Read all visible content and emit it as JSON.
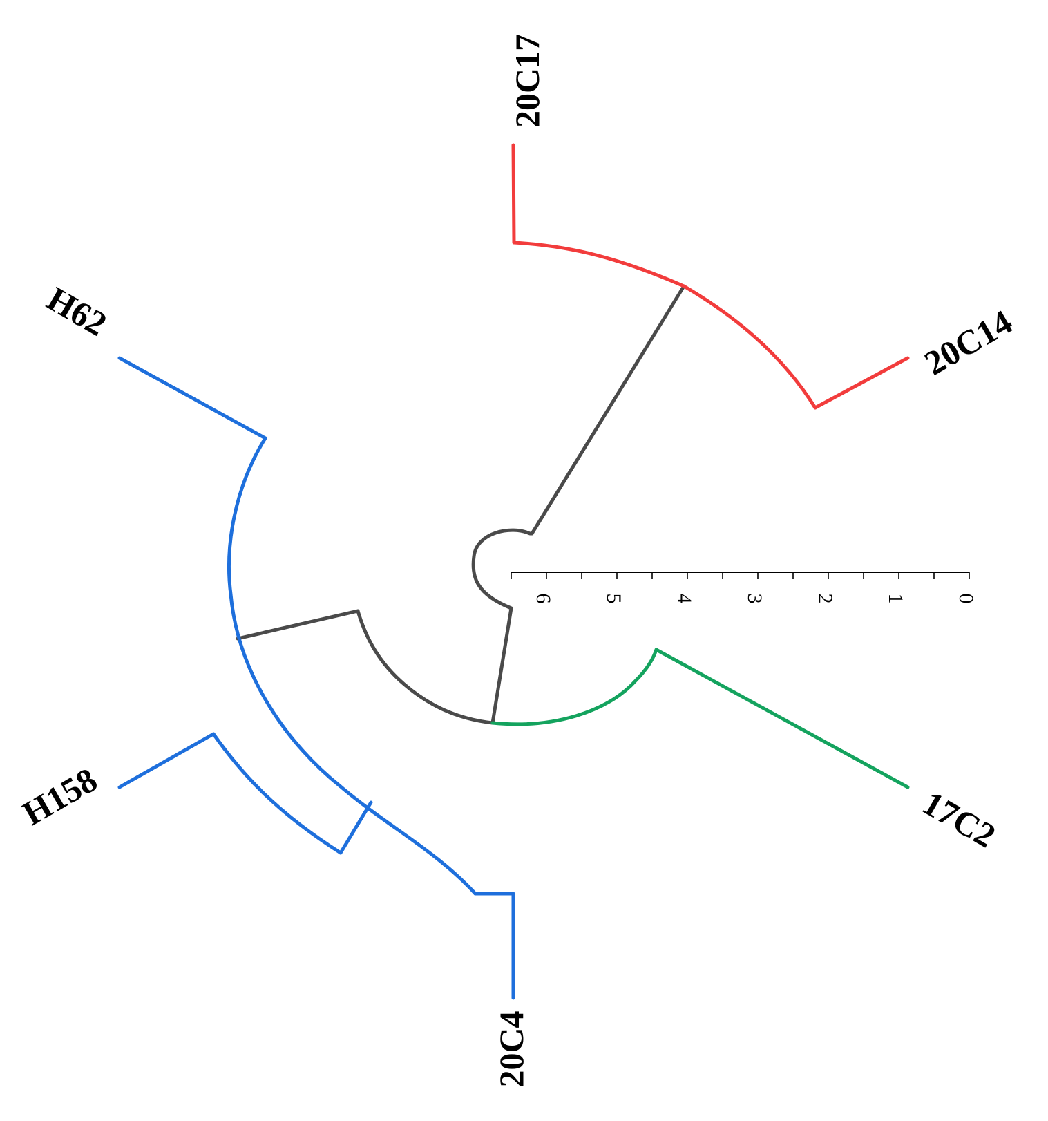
{
  "colors": {
    "internal": "#4a4a4a",
    "cluster_red": "#f23c3c",
    "cluster_green": "#14a35e",
    "cluster_blue": "#1e6fdc"
  },
  "scale": {
    "tick_labels": [
      "6",
      "5",
      "4",
      "3",
      "2",
      "1",
      "0"
    ],
    "min": 0,
    "max": 6.5
  },
  "leaves": [
    {
      "label": "20C17",
      "color": "cluster_red"
    },
    {
      "label": "20C14",
      "color": "cluster_red"
    },
    {
      "label": "17C2",
      "color": "cluster_green"
    },
    {
      "label": "20C4",
      "color": "cluster_blue"
    },
    {
      "label": "H158",
      "color": "cluster_blue"
    },
    {
      "label": "H62",
      "color": "cluster_blue"
    }
  ]
}
